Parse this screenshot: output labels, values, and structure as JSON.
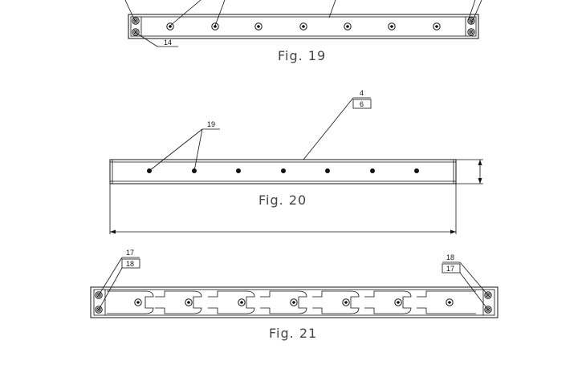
{
  "figures": {
    "fig19": {
      "caption": "Fig. 19",
      "labels": {
        "ref_14": "14"
      }
    },
    "fig20": {
      "caption": "Fig. 20",
      "labels": {
        "ref_19": "19",
        "ref_4": "4",
        "ref_6": "6"
      }
    },
    "fig21": {
      "caption": "Fig. 21",
      "labels": {
        "left_top": "17",
        "left_bottom": "18",
        "right_top": "18",
        "right_bottom": "17"
      }
    }
  }
}
